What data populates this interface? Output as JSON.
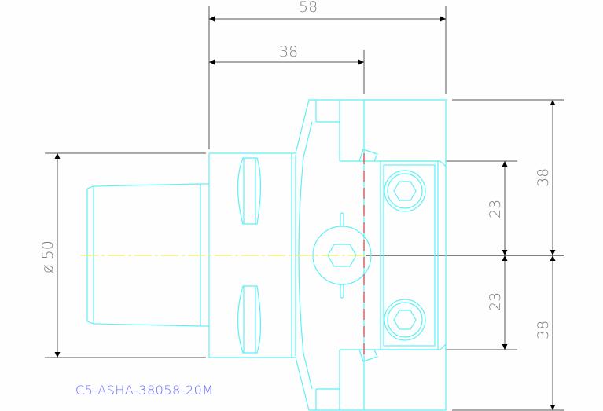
{
  "drawing": {
    "part_number": "C5-ASHA-38058-20M",
    "colors": {
      "geometry": "#5ff0f5",
      "centerline": "#f2f25a",
      "hidden_line": "#e04040",
      "dimension": "#555555",
      "dimension_text": "#808080",
      "label": "#6a6aff",
      "background": "#fdfefd"
    },
    "dimensions": {
      "overall_length": "58",
      "shank_length": "38",
      "diameter": "ø 50",
      "upper_height": "38",
      "lower_height": "38",
      "upper_screw_offset": "23",
      "lower_screw_offset": "23"
    }
  }
}
